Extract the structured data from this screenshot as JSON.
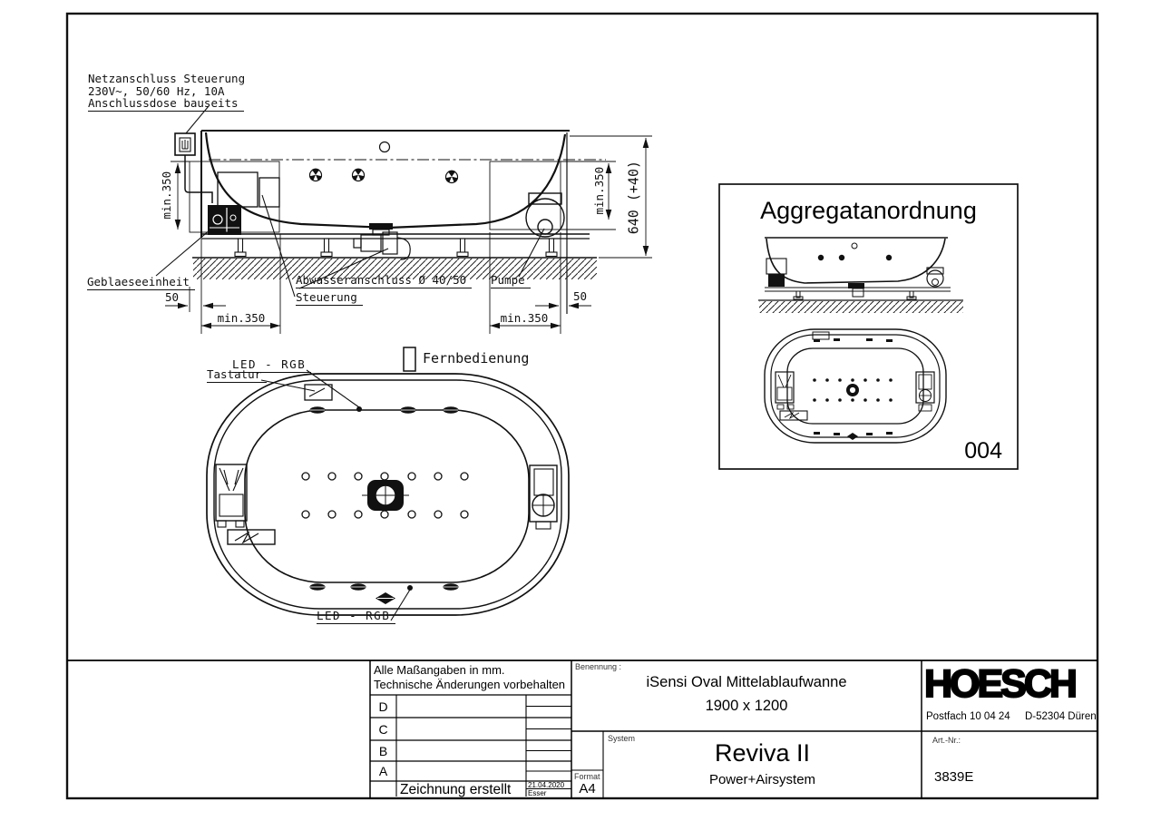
{
  "annotations": {
    "power_note": [
      "Netzanschluss Steuerung",
      "230V~, 50/60 Hz, 10A",
      "Anschlussdose bauseits"
    ],
    "blower_label": "Geblaeseeinheit",
    "drain_label": "Abwasseranschluss Ø 40/50",
    "control_label": "Steuerung",
    "pump_label": "Pumpe",
    "remote_label": "Fernbedienung",
    "led_rgb_top": "LED - RGB",
    "keypad_label": "Tastatur",
    "led_rgb_bottom": "LED - RGB"
  },
  "dimensions": {
    "clearance_v_left": "min.350",
    "clearance_v_right": "min.350",
    "clearance_h_left": "min.350",
    "clearance_h_right": "min.350",
    "height": "640 (+40)",
    "offset_left": "50",
    "offset_right": "50"
  },
  "aggregat": {
    "title": "Aggregatanordnung",
    "code": "004"
  },
  "title_block": {
    "note_line1": "Alle Maßangaben in mm.",
    "note_line2": "Technische Änderungen vorbehalten",
    "revision_rows": [
      "D",
      "C",
      "B",
      "A"
    ],
    "created_label": "Zeichnung erstellt",
    "created_date": "21.04.2020",
    "created_by": "Esser",
    "benennung_label": "Benennung :",
    "name_line1": "iSensi Oval Mittelablaufwanne",
    "name_line2": "1900 x 1200",
    "system_label": "System",
    "system_name": "Reviva II",
    "system_sub": "Power+Airsystem",
    "format_label": "Format",
    "format_value": "A4",
    "brand": "HOESCH",
    "address_po": "Postfach 10 04 24",
    "address_city": "D-52304 Düren",
    "artnr_label": "Art.-Nr.:",
    "artnr_value": "3839E"
  }
}
